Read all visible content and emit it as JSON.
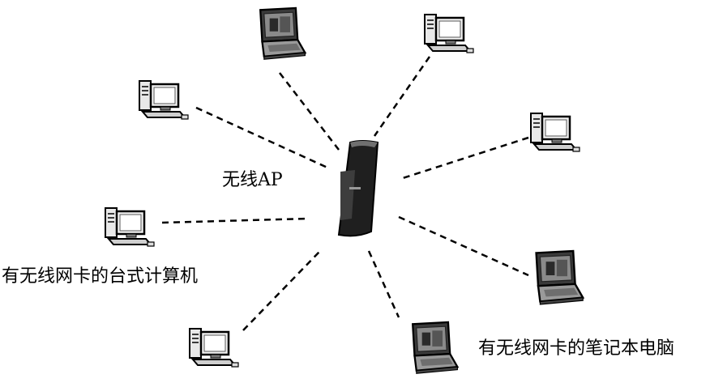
{
  "diagram": {
    "labels": {
      "ap": "无线AP",
      "desktop": "有无线网卡的台式计算机",
      "laptop": "有无线网卡的笔记本电脑"
    },
    "nodes": [
      {
        "id": "laptop-top",
        "type": "laptop"
      },
      {
        "id": "desktop-top-right",
        "type": "desktop"
      },
      {
        "id": "desktop-upper-left",
        "type": "desktop"
      },
      {
        "id": "desktop-right",
        "type": "desktop"
      },
      {
        "id": "desktop-left",
        "type": "desktop"
      },
      {
        "id": "laptop-right",
        "type": "laptop"
      },
      {
        "id": "desktop-bottom-left",
        "type": "desktop"
      },
      {
        "id": "laptop-bottom",
        "type": "laptop"
      }
    ],
    "center": {
      "id": "wireless-ap",
      "type": "access-point"
    },
    "link_style": "dashed"
  }
}
